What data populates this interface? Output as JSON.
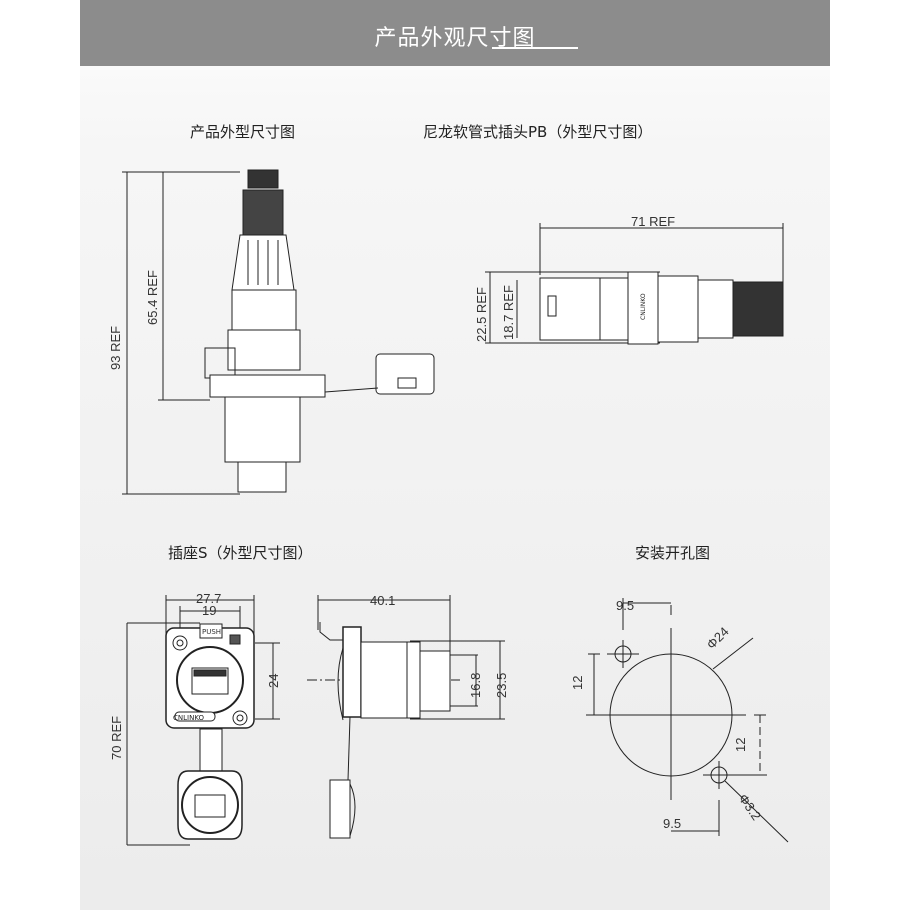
{
  "header": {
    "title": "产品外观尺寸图"
  },
  "sections": {
    "plug_outline": {
      "title": "产品外型尺寸图",
      "dims": {
        "overall": "93 REF",
        "upper": "65.4 REF"
      }
    },
    "nylon_plug": {
      "title": "尼龙软管式插头PB（外型尺寸图）",
      "dims": {
        "length": "71 REF",
        "outer": "22.5 REF",
        "inner": "18.7 REF"
      },
      "logo": "CNLINKO"
    },
    "socket": {
      "title": "插座S（外型尺寸图）",
      "dims": {
        "width": "27.7",
        "hole_spacing": "19",
        "height_spacing": "24",
        "total": "70 REF",
        "depth": "40.1",
        "inner_dia": "16.8",
        "outer_dia": "23.5"
      },
      "push_label": "PUSH",
      "logo": "CNLINKO"
    },
    "panel_cutout": {
      "title": "安装开孔图",
      "dims": {
        "top_offset": "9.5",
        "bottom_offset": "9.5",
        "left_v": "12",
        "right_v": "12",
        "main_dia": "Φ24",
        "hole_dia": "Φ3.2"
      }
    }
  },
  "colors": {
    "header_bg": "#8c8c8c",
    "line": "#222222"
  }
}
